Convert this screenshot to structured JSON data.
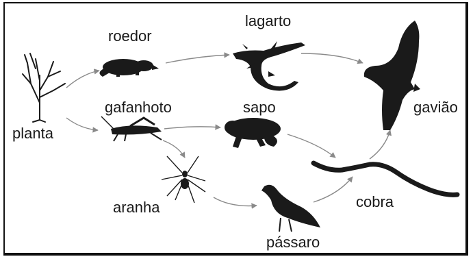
{
  "organisms": {
    "planta": "planta",
    "roedor": "roedor",
    "lagarto": "lagarto",
    "gafanhoto": "gafanhoto",
    "sapo": "sapo",
    "aranha": "aranha",
    "passaro": "pássaro",
    "cobra": "cobra",
    "gaviao": "gavião"
  },
  "colors": {
    "silhouette": "#1a1a1a",
    "arrow": "#8a8a8a"
  },
  "links": [
    [
      "planta",
      "roedor"
    ],
    [
      "planta",
      "gafanhoto"
    ],
    [
      "roedor",
      "lagarto"
    ],
    [
      "lagarto",
      "gaviao"
    ],
    [
      "gafanhoto",
      "sapo"
    ],
    [
      "gafanhoto",
      "aranha"
    ],
    [
      "sapo",
      "cobra"
    ],
    [
      "aranha",
      "passaro"
    ],
    [
      "passaro",
      "cobra"
    ],
    [
      "cobra",
      "gaviao"
    ]
  ]
}
